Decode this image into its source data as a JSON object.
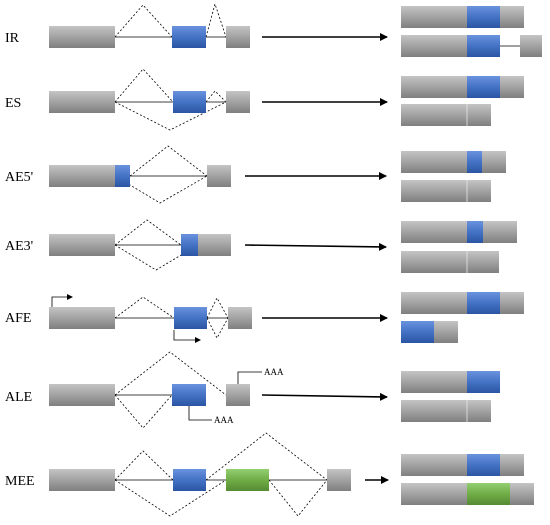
{
  "colors": {
    "grey_exon": "#a0a0a0",
    "blue_exon": "#4472c4",
    "green_exon": "#70ad47",
    "line": "#000000"
  },
  "rows": [
    {
      "label": "IR"
    },
    {
      "label": "ES"
    },
    {
      "label": "AE5'"
    },
    {
      "label": "AE3'"
    },
    {
      "label": "AFE"
    },
    {
      "label": "ALE",
      "annotations": [
        "AAA",
        "AAA"
      ]
    },
    {
      "label": "MEE"
    }
  ]
}
